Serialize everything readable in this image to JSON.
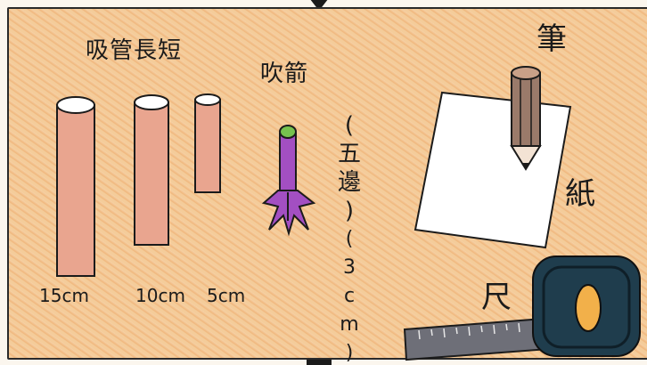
{
  "straw_section": {
    "title": "吸管長短",
    "items": [
      {
        "label": "15cm"
      },
      {
        "label": "10cm"
      },
      {
        "label": "5cm"
      }
    ]
  },
  "rocket_section": {
    "title": "吹箭",
    "note_chars": [
      "(",
      "五",
      "邊",
      ")",
      "(",
      "3",
      "c",
      "m",
      ")"
    ]
  },
  "tools": {
    "pen_label": "筆",
    "paper_label": "紙",
    "ruler_label": "尺"
  },
  "colors": {
    "straw": "#e9a58f",
    "rocket": "#a34fc2",
    "rocket_tip": "#76c24f",
    "pen": "#9a7a6a",
    "tape_body": "#1f3d4d",
    "tape_window": "#f2b04a",
    "ruler": "#6e6f78"
  }
}
